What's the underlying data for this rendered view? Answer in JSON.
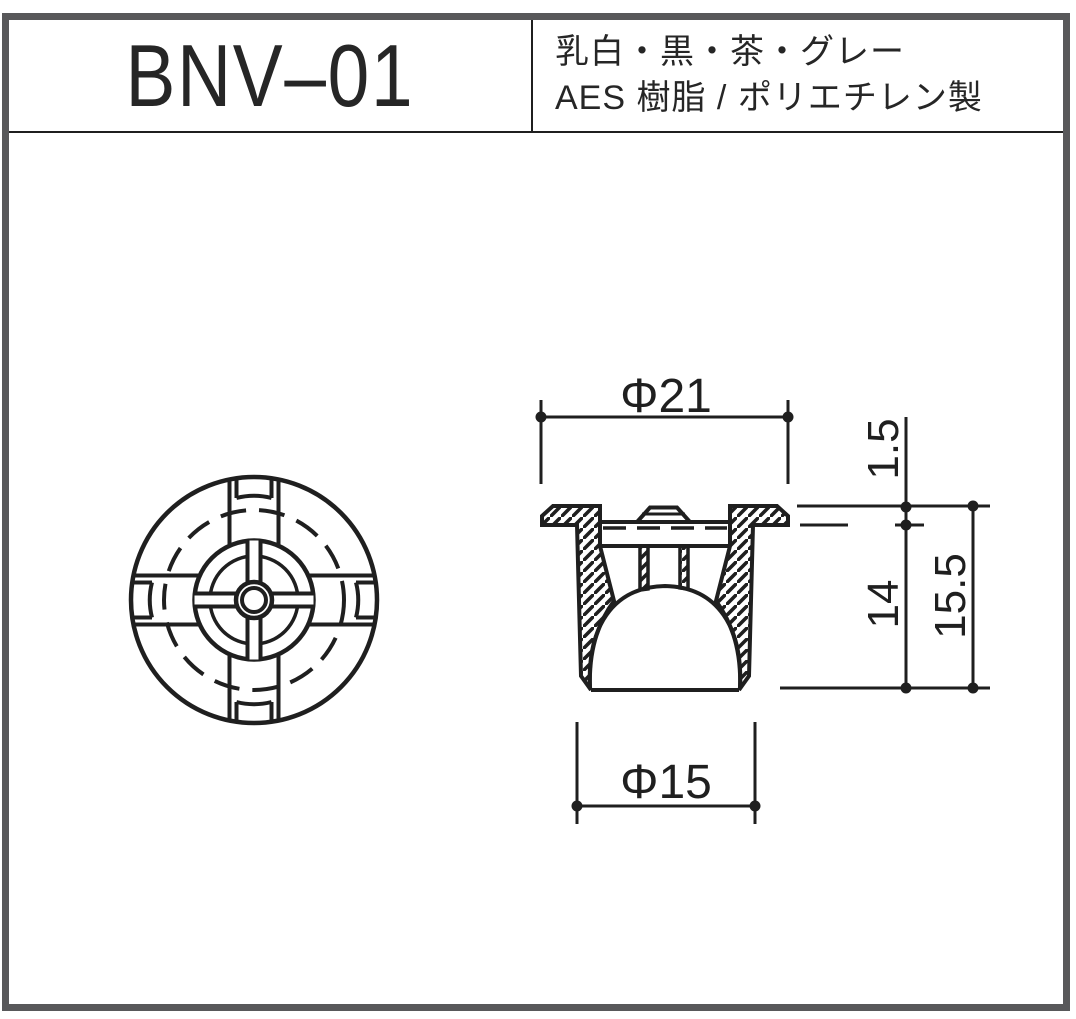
{
  "header": {
    "model": "BNV–01",
    "color_options": "乳白・黒・茶・グレー",
    "material": "AES 樹脂 / ポリエチレン製"
  },
  "drawing": {
    "section_dimensions": {
      "top_diameter": "Φ21",
      "flange_thickness": "1.5",
      "body_height": "14",
      "total_height": "15.5",
      "body_diameter": "Φ15"
    },
    "colors": {
      "line": "#1f1f1f",
      "frame": "#58585a",
      "background": "#ffffff"
    }
  }
}
